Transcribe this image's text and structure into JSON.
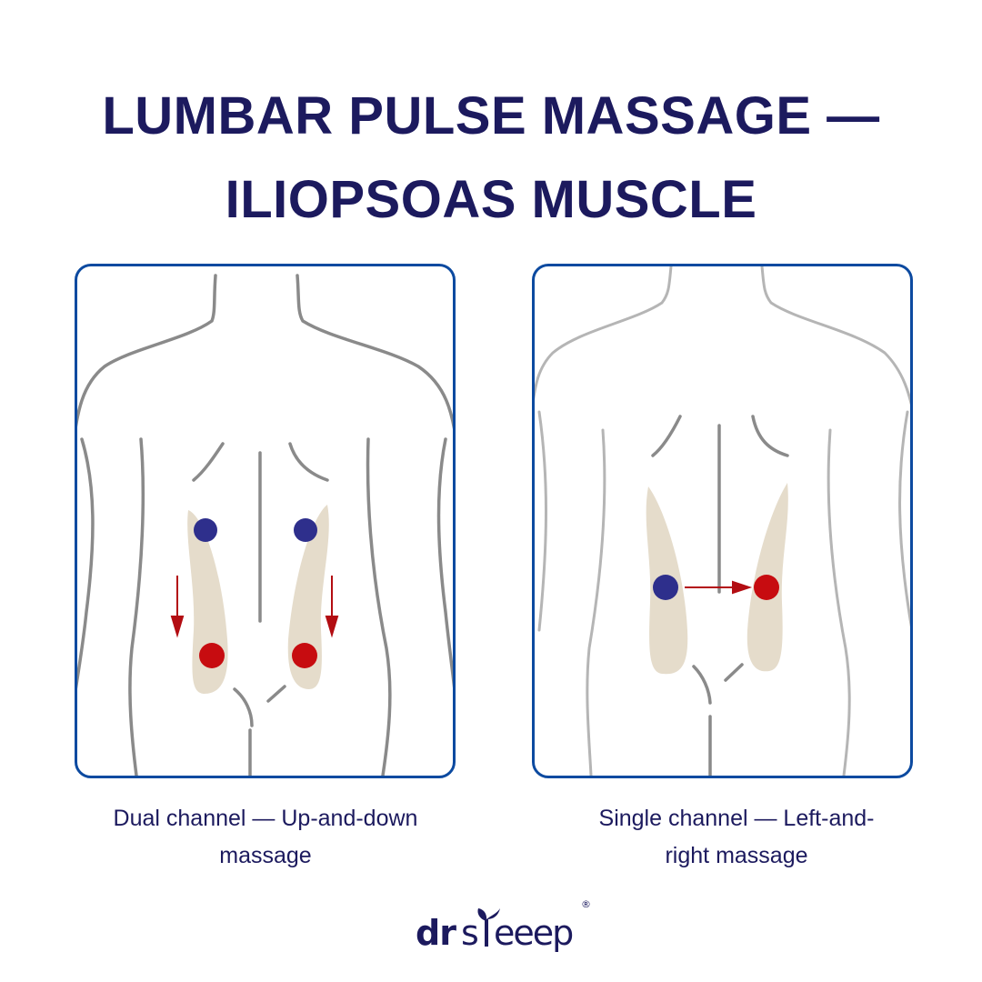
{
  "title": {
    "line1": "LUMBAR PULSE MASSAGE —",
    "line2": "ILIOPSOAS MUSCLE"
  },
  "panels": [
    {
      "caption_line1": "Dual channel — Up-and-down",
      "caption_line2": "massage"
    },
    {
      "caption_line1": "Single channel — Left-and-",
      "caption_line2": "right massage"
    }
  ],
  "logo": {
    "text": "drsleeep",
    "mark": "®"
  },
  "colors": {
    "title": "#1c1a5e",
    "border": "#0c4aa0",
    "muscle": "#e5dccb",
    "blue_dot": "#2e2f8c",
    "red_dot": "#c70c10",
    "outline": "#8a8a8a"
  }
}
